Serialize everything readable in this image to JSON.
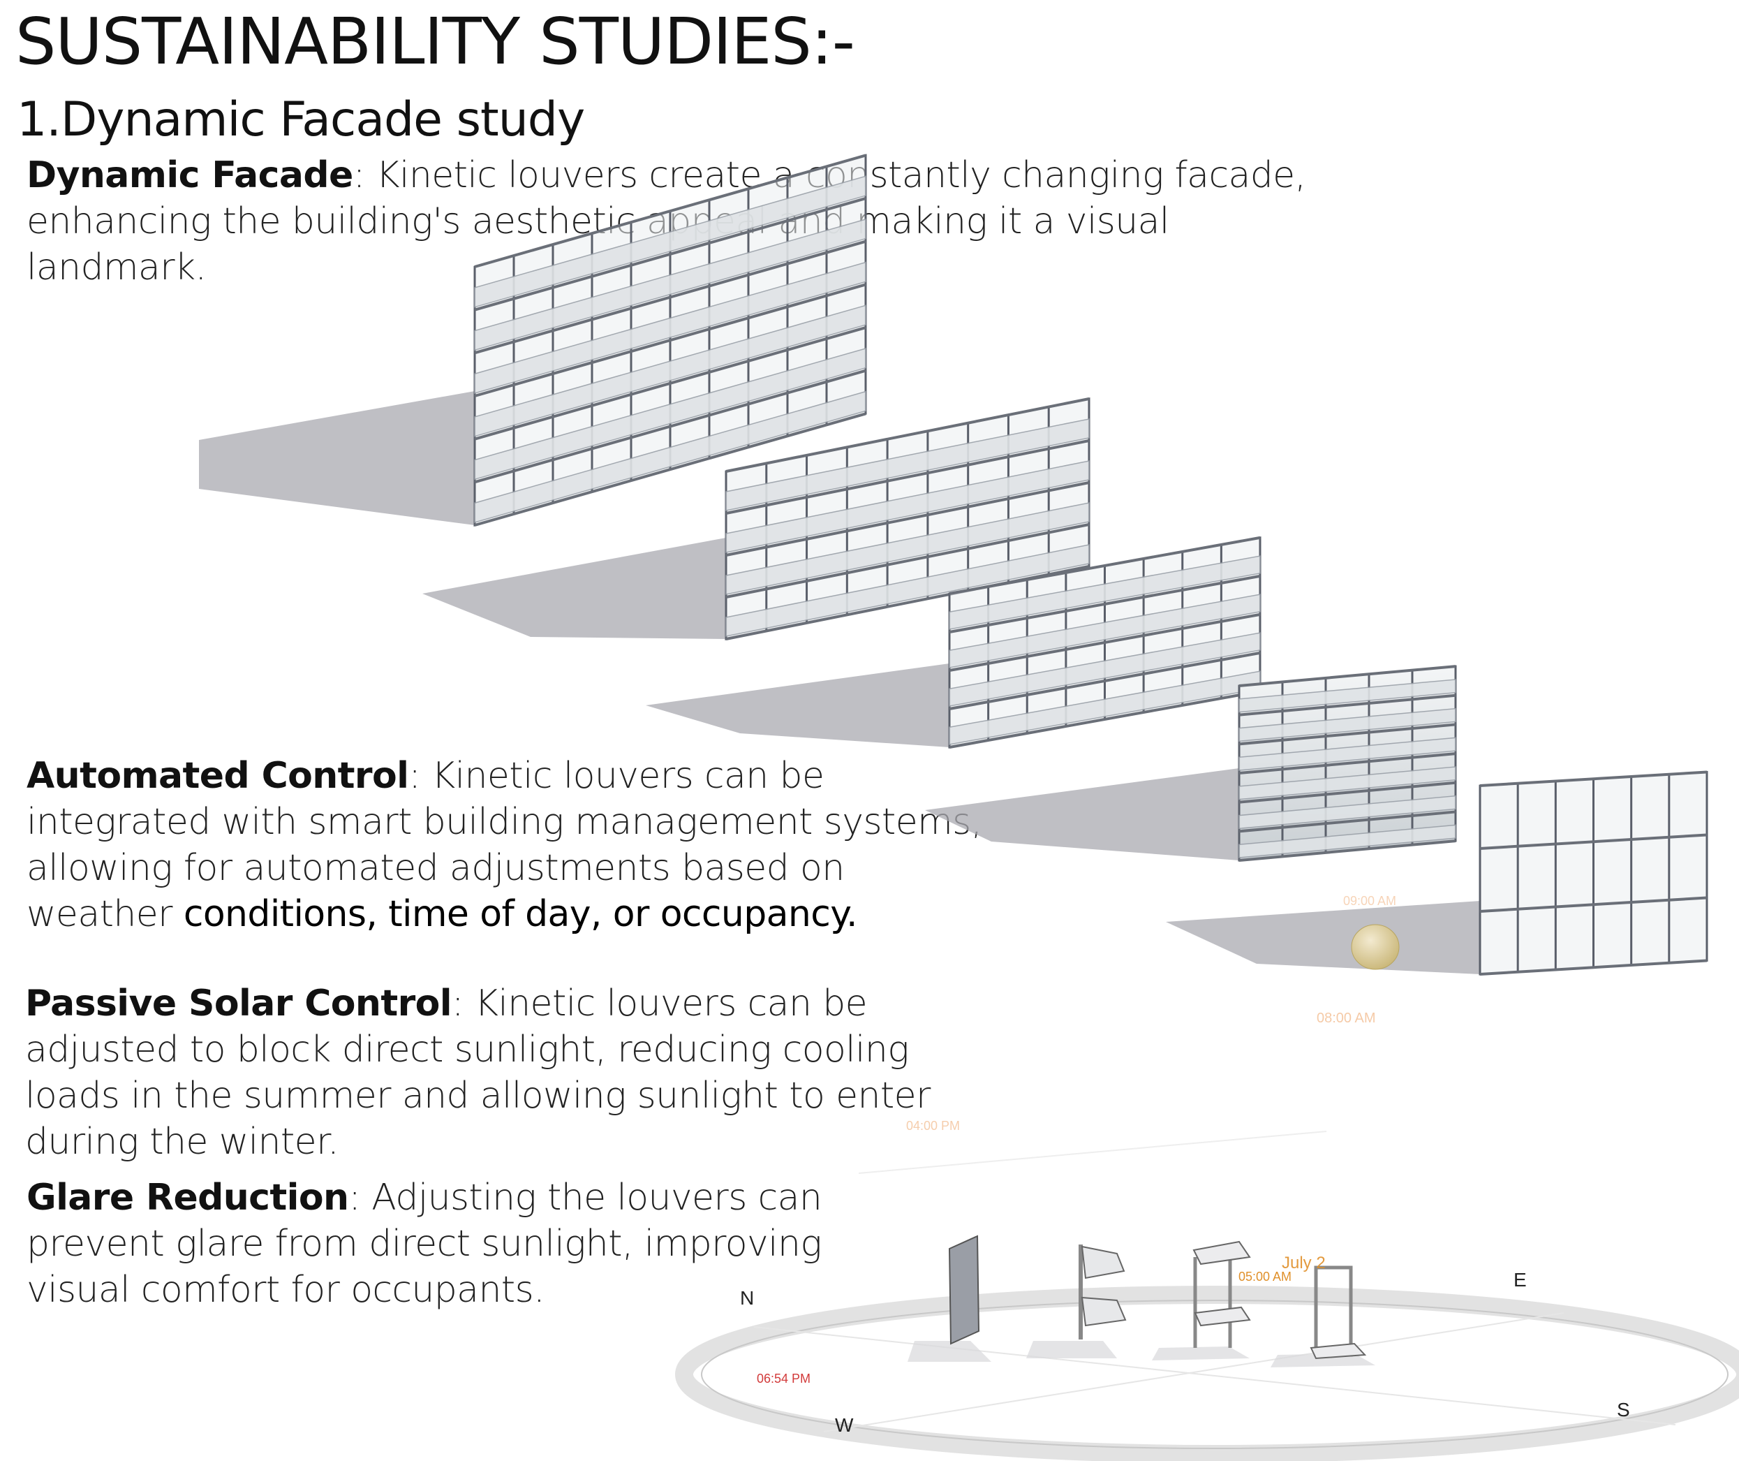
{
  "title": "SUSTAINABILITY STUDIES:-",
  "subtitle": "1.Dynamic Facade study",
  "sections": [
    {
      "heading": "Dynamic Facade",
      "separator": ":",
      "text": " Kinetic louvers create a constantly changing facade, enhancing the building's aesthetic appeal and making it a visual landmark."
    },
    {
      "heading": "Automated Control",
      "separator": ":",
      "text": " Kinetic louvers can be integrated with smart building management systems, allowing for automated adjustments based on weather ",
      "emphasis": "conditions, time of day, or occupancy."
    },
    {
      "heading": "Passive Solar Control",
      "separator": ":",
      "text": " Kinetic louvers can be adjusted to block direct sunlight, reducing cooling loads in the summer and allowing sunlight to enter during the winter."
    },
    {
      "heading": "Glare Reduction",
      "separator": ":",
      "text": " Adjusting the louvers can prevent glare from direct sunlight, improving visual comfort for occupants."
    }
  ],
  "sun_diagram": {
    "time_labels": [
      "09:00 AM",
      "08:00 AM",
      "04:00 PM",
      "05:00 AM",
      "06:54 PM"
    ],
    "date_label": "July 2",
    "compass": {
      "north": "N",
      "east": "E",
      "south": "S",
      "west": "W"
    }
  },
  "colors": {
    "accent_orange": "#e0902a",
    "accent_red": "#d23a3a",
    "frame": "#5a5f6a",
    "shadow": "#a9a9b0",
    "sun": "#d8c98a"
  }
}
